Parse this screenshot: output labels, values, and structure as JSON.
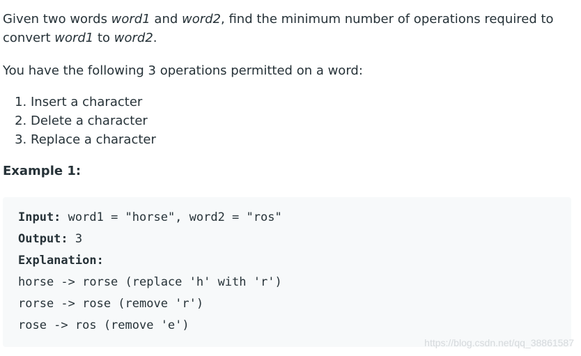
{
  "problem": {
    "p1": {
      "t1": "Given two words ",
      "w1": "word1",
      "t2": " and ",
      "w2": "word2",
      "t3": ", find the minimum number of operations required to convert ",
      "w3": "word1",
      "t4": " to ",
      "w4": "word2",
      "t5": "."
    },
    "p2": "You have the following 3 operations permitted on a word:",
    "operations": [
      "Insert a character",
      "Delete a character",
      "Replace a character"
    ]
  },
  "example": {
    "title": "Example 1:",
    "input_label": "Input:",
    "input_value": " word1 = \"horse\", word2 = \"ros\"",
    "output_label": "Output:",
    "output_value": " 3",
    "explanation_label": "Explanation:",
    "steps": [
      "horse -> rorse (replace 'h' with 'r')",
      "rorse -> rose (remove 'r')",
      "rose -> ros (remove 'e')"
    ]
  },
  "watermark": "https://blog.csdn.net/qq_38861587"
}
